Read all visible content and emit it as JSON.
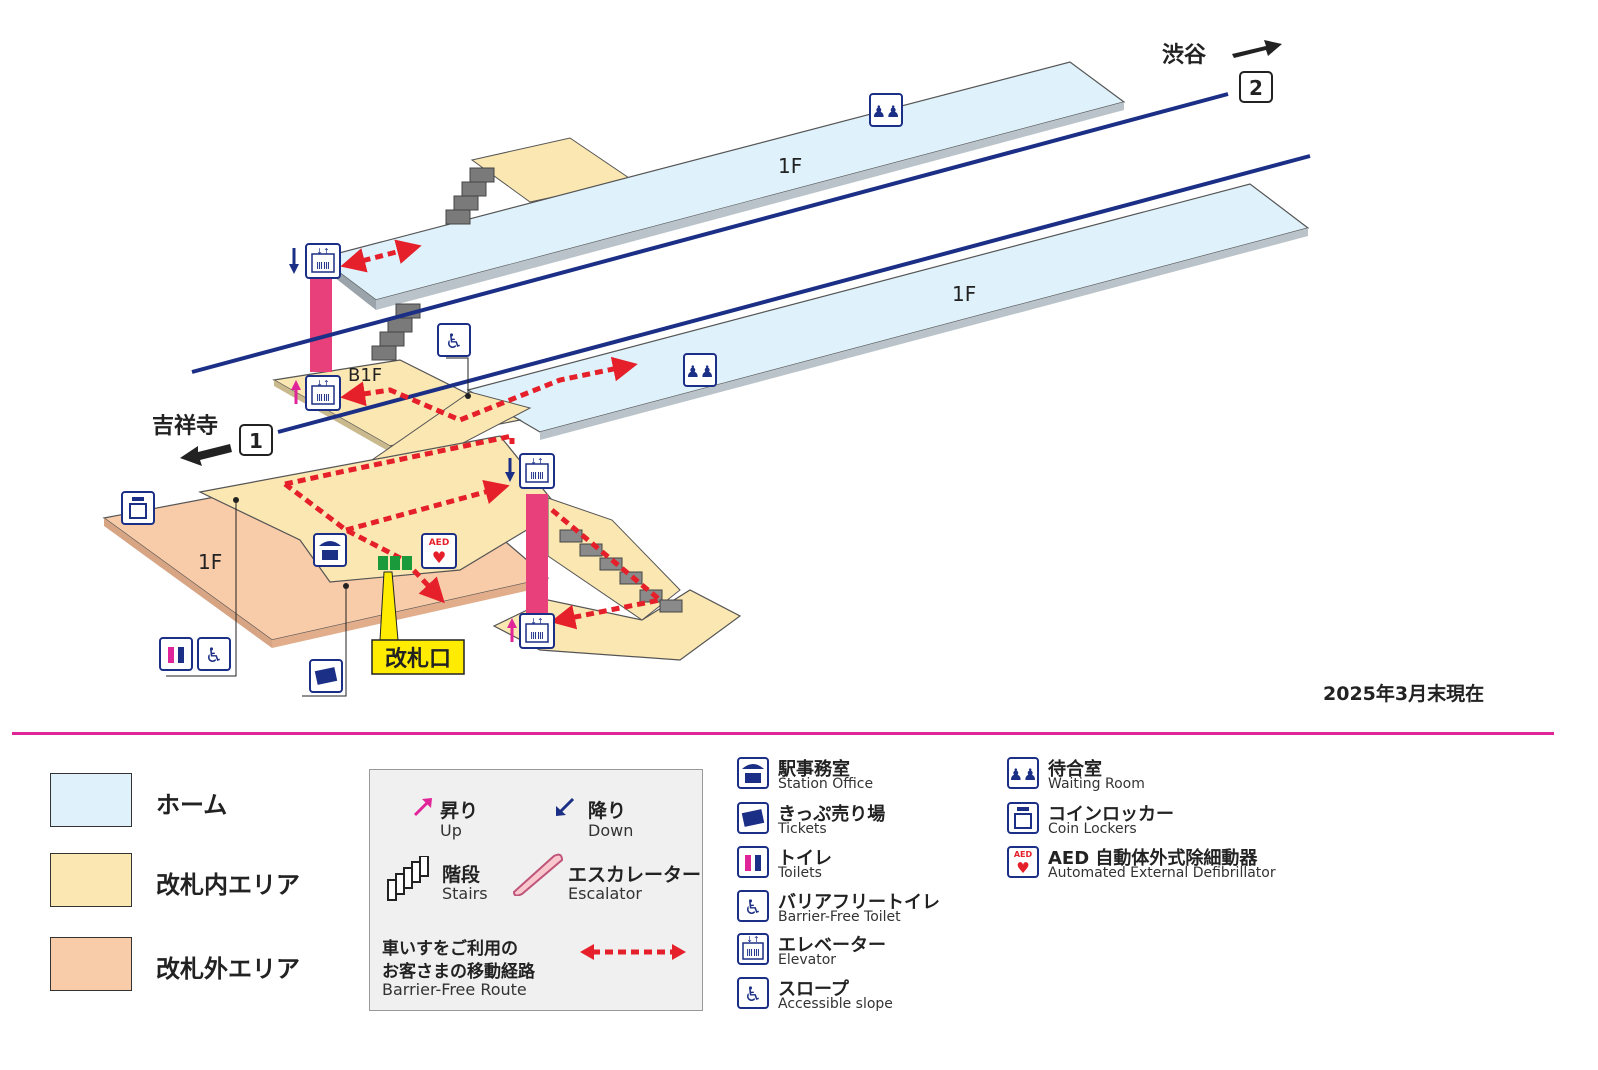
{
  "map": {
    "directions": {
      "left": "吉祥寺",
      "left_num": "1",
      "right": "渋谷",
      "right_num": "2"
    },
    "floors": {
      "upper_platform": "1F",
      "lower_platform": "1F",
      "concourse": "1F",
      "basement": "B1F"
    },
    "gate_label": "改札口",
    "date": "2025年3月末現在",
    "colors": {
      "platform": "#dff2fb",
      "inside": "#fbe7b2",
      "outside": "#f8cba9",
      "route": "#e5202a",
      "track": "#1c2f86",
      "accent": "#e0259a"
    }
  },
  "legend_areas": [
    {
      "label": "ホーム",
      "color": "#dff2fb"
    },
    {
      "label": "改札内エリア",
      "color": "#fbe7b2"
    },
    {
      "label": "改札外エリア",
      "color": "#f8cba9"
    }
  ],
  "box": {
    "up": "昇り",
    "up_en": "Up",
    "down": "降り",
    "down_en": "Down",
    "stairs": "階段",
    "stairs_en": "Stairs",
    "escalator": "エスカレーター",
    "escalator_en": "Escalator",
    "route_line1": "車いすをご利用の",
    "route_line2": "お客さまの移動経路",
    "route_en": "Barrier-Free Route"
  },
  "legend_icons": [
    {
      "icon": "station-office-icon",
      "ja": "駅事務室",
      "en": "Station Office"
    },
    {
      "icon": "tickets-icon",
      "ja": "きっぷ売り場",
      "en": "Tickets"
    },
    {
      "icon": "toilets-icon",
      "ja": "トイレ",
      "en": "Toilets"
    },
    {
      "icon": "barrier-free-toilet-icon",
      "ja": "バリアフリートイレ",
      "en": "Barrier-Free Toilet"
    },
    {
      "icon": "elevator-icon",
      "ja": "エレベーター",
      "en": "Elevator"
    },
    {
      "icon": "accessible-slope-icon",
      "ja": "スロープ",
      "en": "Accessible slope"
    },
    {
      "icon": "waiting-room-icon",
      "ja": "待合室",
      "en": "Waiting Room"
    },
    {
      "icon": "coin-locker-icon",
      "ja": "コインロッカー",
      "en": "Coin Lockers"
    },
    {
      "icon": "aed-icon",
      "ja": "AED 自動体外式除細動器",
      "en": "Automated External Defibrillator"
    }
  ]
}
